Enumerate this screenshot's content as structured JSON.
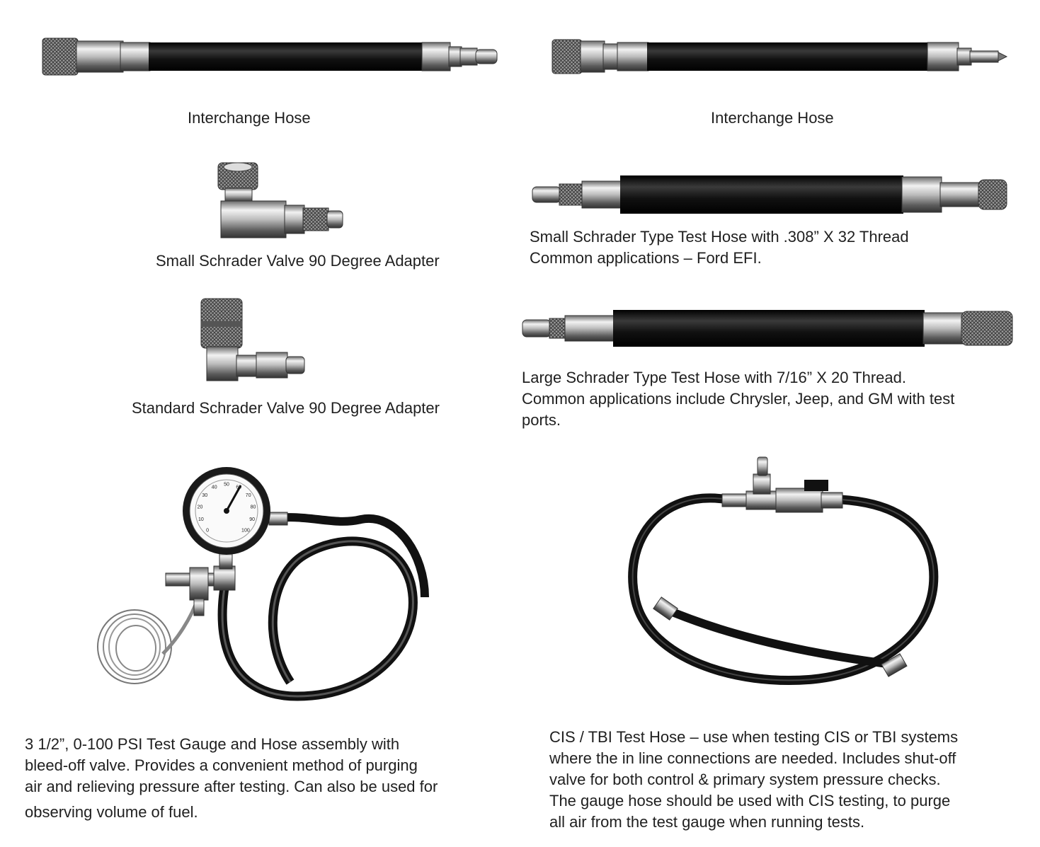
{
  "captions": {
    "interchange_left": "Interchange Hose",
    "interchange_right": "Interchange Hose",
    "small_schrader_adapter": "Small Schrader Valve 90 Degree  Adapter",
    "standard_schrader_adapter": "Standard Schrader Valve 90 Degree Adapter"
  },
  "small_test_hose": {
    "line1": "Small Schrader Type Test Hose with .308” X 32 Thread",
    "line2": "Common applications – Ford EFI."
  },
  "large_test_hose": {
    "line1": "Large Schrader Type Test Hose with 7/16” X 20 Thread.",
    "line2": "Common applications include Chrysler, Jeep, and GM with test",
    "line3": "ports."
  },
  "gauge_assembly": {
    "line1": "3 1/2”, 0-100 PSI Test Gauge and Hose assembly with",
    "line2": "bleed-off valve.  Provides a convenient method of purging",
    "line3": "air and relieving pressure after testing.  Can also be used for",
    "line4": "observing volume of fuel."
  },
  "cis_tbi_hose": {
    "line1": "CIS / TBI Test Hose – use when testing CIS or TBI systems",
    "line2": "where the in line connections are needed. Includes shut-off",
    "line3": "valve for both control & primary system pressure checks.",
    "line4": "The gauge hose should be used with CIS testing, to purge",
    "line5": "all air from the test gauge when running tests."
  },
  "gauge_dial": {
    "ticks": [
      "0",
      "10",
      "20",
      "30",
      "40",
      "50",
      "60",
      "70",
      "80",
      "90",
      "100"
    ]
  }
}
